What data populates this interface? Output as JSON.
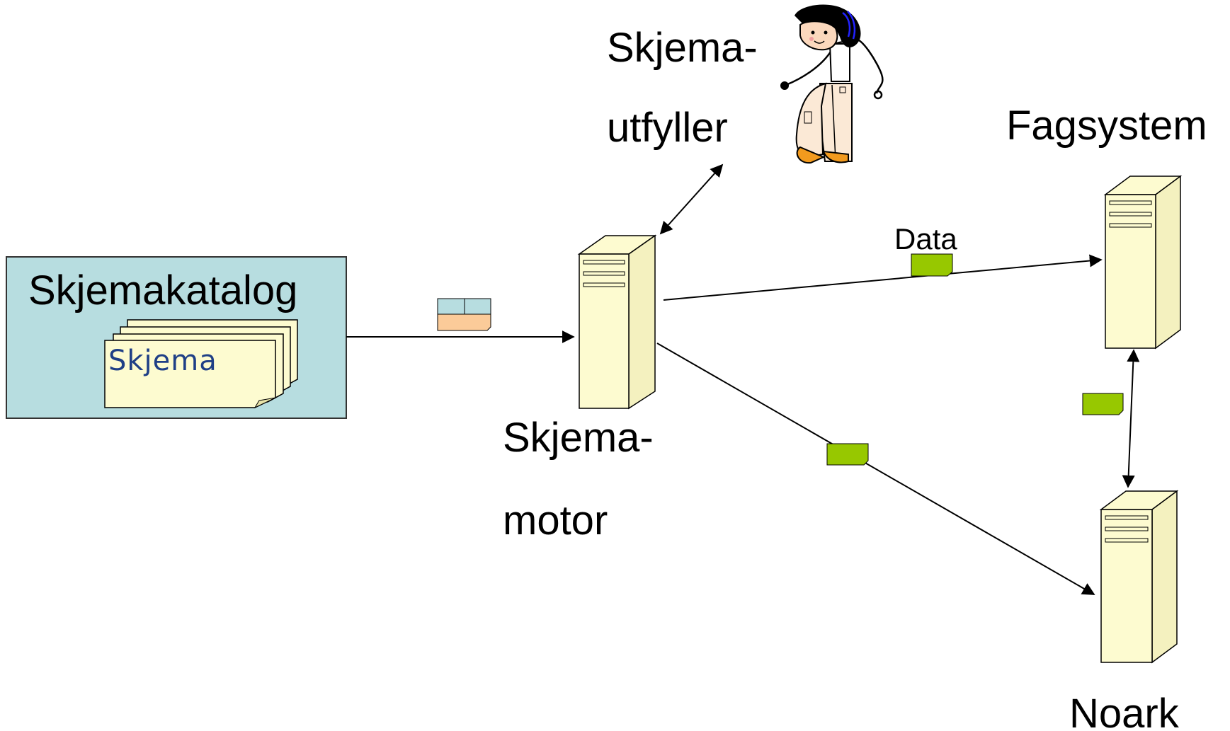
{
  "nodes": {
    "catalog": {
      "label": "Skjemakatalog",
      "document_label": "Skjema"
    },
    "form_filler": {
      "line1": "Skjema-",
      "line2": "utfyller"
    },
    "form_engine": {
      "line1": "Skjema-",
      "line2": "motor"
    },
    "business_system": {
      "label": "Fagsystem"
    },
    "archive": {
      "label": "Noark"
    }
  },
  "edges": {
    "engine_to_business": {
      "label": "Data"
    }
  },
  "colors": {
    "catalog_fill": "#b7dde0",
    "server_fill": "#fdfbd0",
    "data_packet": "#97c800",
    "form_packet_top": "#b7dde0",
    "form_packet_bottom": "#fbcb99",
    "document_fill": "#fdfbd0",
    "document_text": "#1f3f86"
  }
}
